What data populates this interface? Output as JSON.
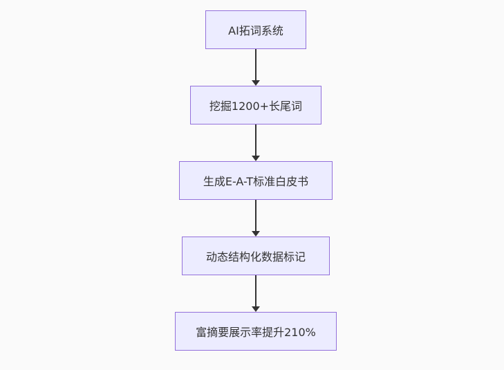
{
  "flowchart": {
    "direction": "top-down",
    "nodes": [
      {
        "label": "AI拓词系统"
      },
      {
        "label": "挖掘1200+长尾词"
      },
      {
        "label": "生成E-A-T标准白皮书"
      },
      {
        "label": "动态结构化数据标记"
      },
      {
        "label": "富摘要展示率提升210%"
      }
    ],
    "colors": {
      "node_fill": "#ECECFF",
      "node_border": "#9370DB",
      "node_text": "#333333",
      "arrow": "#333333",
      "background": "#fafafa"
    }
  }
}
